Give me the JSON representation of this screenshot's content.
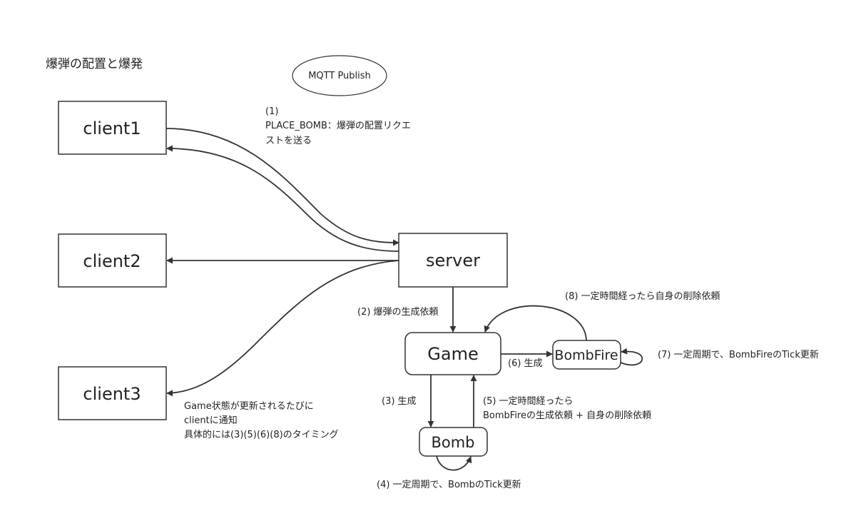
{
  "title": "爆弾の配置と爆発",
  "legend": {
    "label": "MQTT Publish"
  },
  "nodes": {
    "client1": "client1",
    "client2": "client2",
    "client3": "client3",
    "server": "server",
    "game": "Game",
    "bombfire": "BombFire",
    "bomb": "Bomb"
  },
  "labels": {
    "step1": [
      "(1)",
      "PLACE_BOMB：爆弾の配置リクエ",
      "ストを送る"
    ],
    "step2": "(2) 爆弾の生成依頼",
    "step3": "(3) 生成",
    "step4": "(4) 一定周期で、BombのTick更新",
    "step5": [
      "(5) 一定時間経ったら",
      "BombFireの生成依頼 + 自身の削除依頼"
    ],
    "step6": "(6) 生成",
    "step7": "(7) 一定周期で、BombFireのTick更新",
    "step8": "(8) 一定時間経ったら自身の削除依頼",
    "notify": [
      "Game状態が更新されるたびに",
      "clientに通知",
      "具体的には(3)(5)(6)(8)のタイミング"
    ]
  }
}
